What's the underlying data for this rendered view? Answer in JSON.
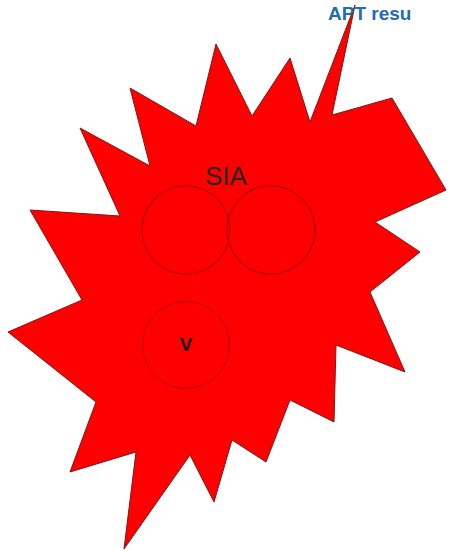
{
  "diagram": {
    "title": "APT resu",
    "nodes": [
      {
        "text": [
          "SIA"
        ]
      },
      {
        "text": [
          "V"
        ],
        "in": 0
      }
    ]
  }
}
